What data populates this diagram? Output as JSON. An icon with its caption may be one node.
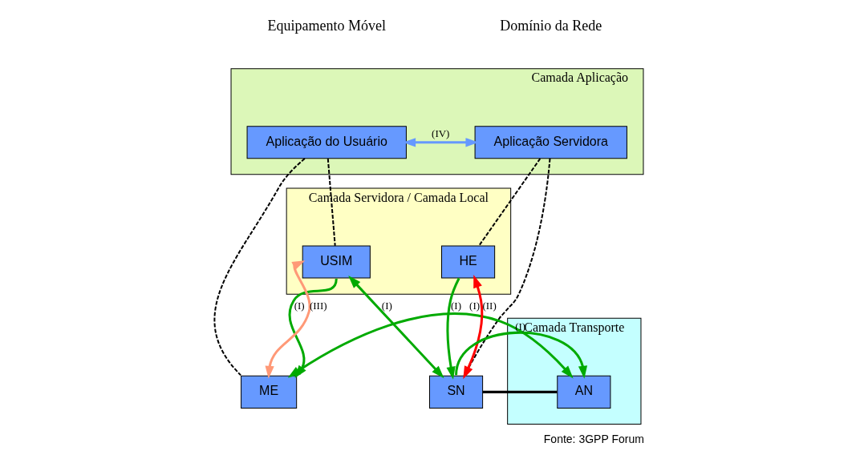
{
  "diagram": {
    "caption": "Fonte: 3GPP Forum",
    "nodes": [
      {
        "text": [
          "Camada Aplicação"
        ]
      },
      {
        "text": [
          "Aplicação do Usuário"
        ],
        "in": 0
      },
      {
        "text": [
          "Aplicação Servidora"
        ],
        "in": 0
      },
      {
        "text": [
          "Camada Servidora / Camada Local"
        ]
      },
      {
        "text": [
          "USIM"
        ],
        "in": 3
      },
      {
        "text": [
          "HE"
        ],
        "in": 3
      },
      {
        "text": [
          "Camada Transporte"
        ]
      },
      {
        "text": [
          "ME"
        ]
      },
      {
        "text": [
          "SN"
        ]
      },
      {
        "text": [
          "AN"
        ],
        "in": 6
      }
    ],
    "edges": [
      {
        "from": 1,
        "to": 2,
        "arrow": "both",
        "label": "(IV)",
        "color": "#6699ff"
      },
      {
        "from": 7,
        "to": 4,
        "arrow": "both",
        "label": "(III)",
        "color": "#ff9977"
      },
      {
        "from": 4,
        "to": 8,
        "arrow": "both",
        "label": "(I)"
      },
      {
        "from": 5,
        "to": 8,
        "arrow": "to",
        "label": "(I)"
      },
      {
        "from": 8,
        "to": 5,
        "arrow": "both",
        "label": "(II)",
        "color": "#ff0000"
      },
      {
        "from": 4,
        "to": 7,
        "arrow": "to",
        "label": "(I)"
      },
      {
        "from": 8,
        "to": 9,
        "arrow": "to",
        "label": "(I)"
      },
      {
        "from": 7,
        "to": 9,
        "arrow": "both",
        "label": "(I)"
      },
      {
        "from": 9,
        "to": 8,
        "arrow": "none",
        "color": "#000000"
      },
      {
        "from": 1,
        "to": 7,
        "arrow": "none",
        "style": "dashed",
        "color": "#000000"
      },
      {
        "from": 1,
        "to": 4,
        "arrow": "none",
        "style": "dashed",
        "color": "#000000"
      },
      {
        "from": 2,
        "to": 8,
        "arrow": "none",
        "style": "dashed",
        "color": "#000000"
      },
      {
        "from": 2,
        "to": 5,
        "arrow": "none",
        "style": "dashed",
        "color": "#000000"
      }
    ],
    "labels": [
      "Equipamento Móvel",
      "Domínio da Rede"
    ]
  }
}
